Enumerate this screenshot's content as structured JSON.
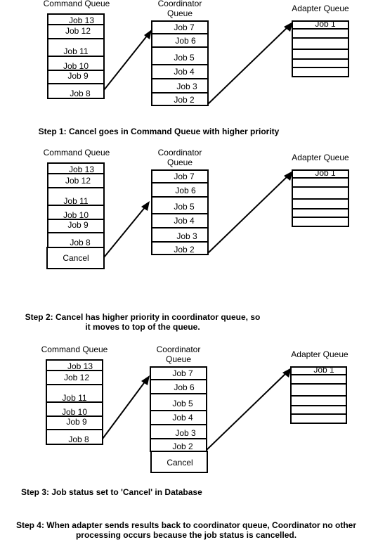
{
  "labels": {
    "command_queue": "Command Queue",
    "coordinator_queue_1": "Coordinator",
    "coordinator_queue_2": "Queue",
    "adapter_queue": "Adapter Queue"
  },
  "jobs": {
    "j13": "Job 13",
    "j12": "Job 12",
    "j11": "Job 11",
    "j10": "Job 10",
    "j9": "Job 9",
    "j8": "Job 8",
    "j7": "Job 7",
    "j6": "Job 6",
    "j5": "Job 5",
    "j4": "Job 4",
    "j3": "Job 3",
    "j2": "Job 2",
    "j1": "Job 1",
    "cancel": "Cancel"
  },
  "steps": {
    "s1": "Step 1: Cancel goes in Command Queue with higher priority",
    "s2_line1": "Step 2: Cancel has higher priority in coordinator queue, so",
    "s2_line2": "it moves to top of the queue.",
    "s3": "Step 3: Job status set to 'Cancel' in Database",
    "s4_line1": "Step 4: When adapter sends results back to coordinator queue, Coordinator no other",
    "s4_line2": "processing occurs because the job status is cancelled."
  }
}
